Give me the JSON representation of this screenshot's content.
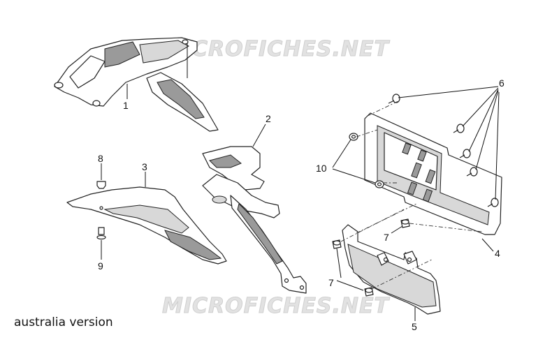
{
  "watermarks": [
    "MICROFICHES.NET",
    "MICROFICHES.NET"
  ],
  "caption": "australia version",
  "callouts": {
    "c1": "1",
    "c2": "2",
    "c3": "3",
    "c4": "4",
    "c5": "5",
    "c6": "6",
    "c7a": "7",
    "c7b": "7",
    "c8": "8",
    "c9": "9",
    "c10": "10"
  }
}
